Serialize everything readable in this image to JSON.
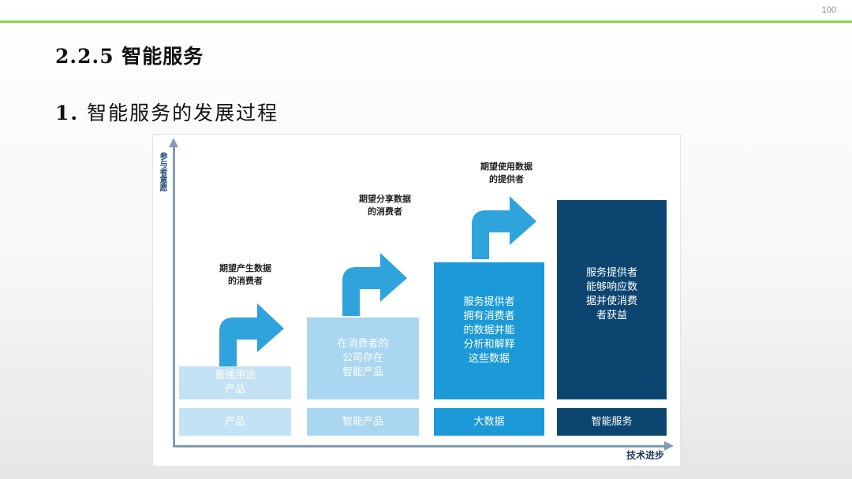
{
  "page": {
    "number": "100"
  },
  "section_title": "2.2.5 智能服务",
  "subtitle": {
    "number": "1.",
    "text": "智能服务的发展过程"
  },
  "diagram": {
    "y_axis_label": "参与者意愿",
    "x_axis_label": "技术进步",
    "stages": [
      {
        "name": "产品",
        "box_text": "普通用途\n产品",
        "above_text": "期望产生数据\n的消费者",
        "color": "#c3e3f4"
      },
      {
        "name": "智能产品",
        "box_text": "在消费者的\n公司存在\n智能产品",
        "above_text": "期望分享数据\n的消费者",
        "color": "#a9d7f1"
      },
      {
        "name": "大数据",
        "box_text": "服务提供者\n拥有消费者\n的数据并能\n分析和解释\n这些数据",
        "above_text": "期望使用数据\n的提供者",
        "color": "#1c9ad8"
      },
      {
        "name": "智能服务",
        "box_text": "服务提供者\n能够响应数\n据并使消费\n者获益",
        "above_text": "",
        "color": "#0c4670"
      }
    ]
  }
}
